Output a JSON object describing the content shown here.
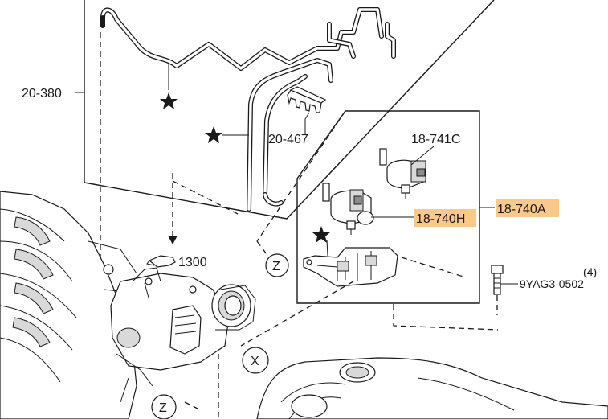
{
  "labels": {
    "hose_assembly": "20-380",
    "clip": "20-467",
    "valve_c": "18-741C",
    "valve_a": "18-740A",
    "valve_h": "18-740H",
    "fastener": "1300",
    "bolt_qty": "(4)",
    "bolt": "9YAG3-0502",
    "ref_z": "Z",
    "ref_x": "X"
  },
  "colors": {
    "highlight": "#f9c98a",
    "line": "#1a1a1a"
  },
  "icons": [
    "star-icon",
    "arrow-down-icon",
    "fastener-clip-icon"
  ]
}
